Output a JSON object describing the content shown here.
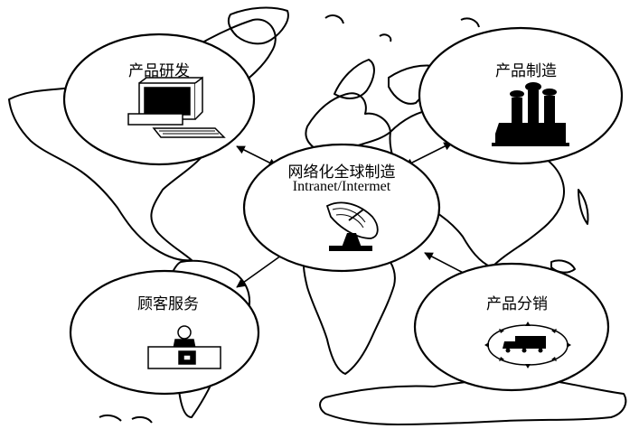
{
  "diagram": {
    "center": {
      "title": "网络化全球制造",
      "subtitle": "Intranet/Intermet",
      "icon": "satellite-dish-icon"
    },
    "nodes": [
      {
        "id": "rd",
        "label": "产品研发",
        "icon": "computer-icon"
      },
      {
        "id": "mfg",
        "label": "产品制造",
        "icon": "factory-icon"
      },
      {
        "id": "service",
        "label": "顾客服务",
        "icon": "service-desk-icon"
      },
      {
        "id": "dist",
        "label": "产品分销",
        "icon": "delivery-truck-icon"
      }
    ],
    "connections": [
      "rd",
      "mfg",
      "service",
      "dist"
    ]
  }
}
